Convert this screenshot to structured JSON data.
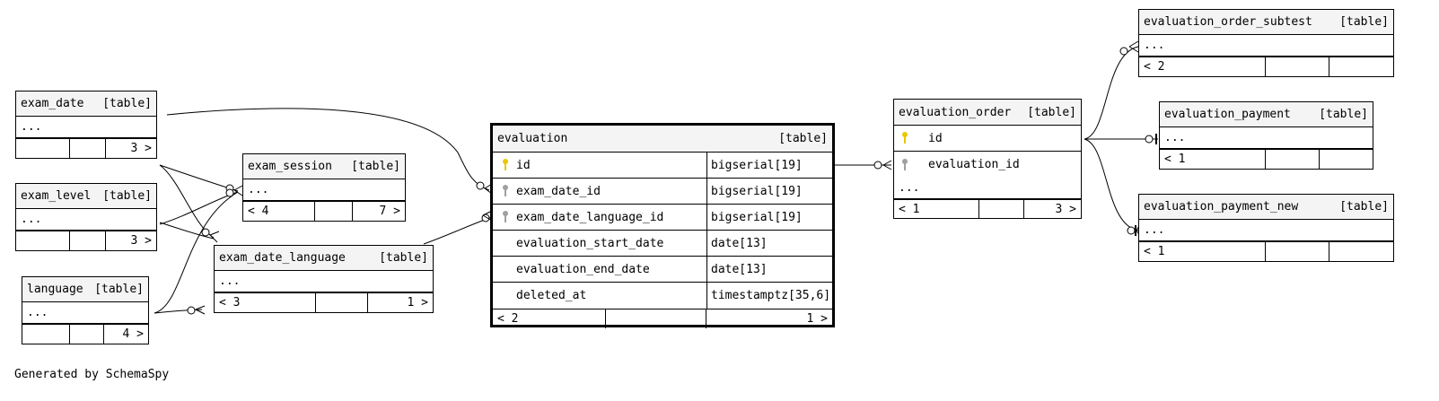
{
  "generated_by": "Generated by SchemaSpy",
  "table_tag": "[table]",
  "ellipsis": "...",
  "tables": {
    "exam_date": {
      "name": "exam_date",
      "footer": [
        "",
        "",
        "3 >"
      ]
    },
    "exam_level": {
      "name": "exam_level",
      "footer": [
        "",
        "",
        "3 >"
      ]
    },
    "language": {
      "name": "language",
      "footer": [
        "",
        "",
        "4 >"
      ]
    },
    "exam_session": {
      "name": "exam_session",
      "footer": [
        "< 4",
        "",
        "7 >"
      ]
    },
    "exam_date_language": {
      "name": "exam_date_language",
      "footer": [
        "< 3",
        "",
        "1 >"
      ]
    },
    "evaluation": {
      "name": "evaluation",
      "columns": [
        {
          "name": "id",
          "type": "bigserial[19]",
          "key": "pk"
        },
        {
          "name": "exam_date_id",
          "type": "bigserial[19]",
          "key": "fk"
        },
        {
          "name": "exam_date_language_id",
          "type": "bigserial[19]",
          "key": "fk"
        },
        {
          "name": "evaluation_start_date",
          "type": "date[13]",
          "key": ""
        },
        {
          "name": "evaluation_end_date",
          "type": "date[13]",
          "key": ""
        },
        {
          "name": "deleted_at",
          "type": "timestamptz[35,6]",
          "key": ""
        }
      ],
      "footer": [
        "< 2",
        "",
        "1 >"
      ]
    },
    "evaluation_order": {
      "name": "evaluation_order",
      "columns": [
        {
          "name": "id",
          "key": "pk"
        },
        {
          "name": "evaluation_id",
          "key": "fk"
        }
      ],
      "footer": [
        "< 1",
        "",
        "3 >"
      ]
    },
    "evaluation_order_subtest": {
      "name": "evaluation_order_subtest",
      "footer": [
        "< 2",
        "",
        ""
      ]
    },
    "evaluation_payment": {
      "name": "evaluation_payment",
      "footer": [
        "< 1",
        "",
        ""
      ]
    },
    "evaluation_payment_new": {
      "name": "evaluation_payment_new",
      "footer": [
        "< 1",
        "",
        ""
      ]
    }
  }
}
